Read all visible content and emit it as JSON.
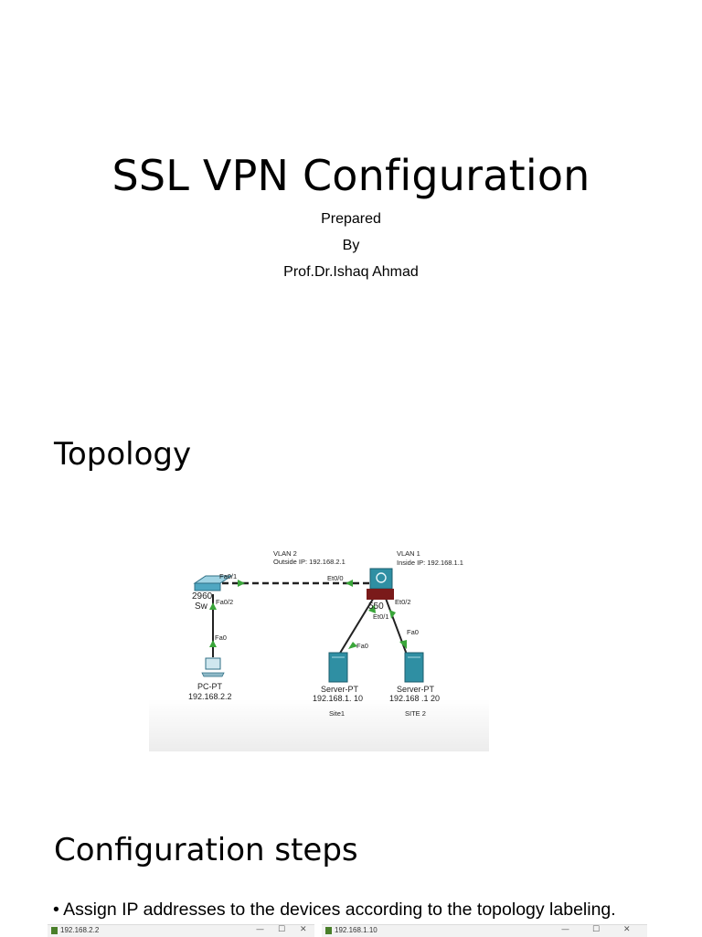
{
  "slide1": {
    "title": "SSL VPN Configuration",
    "prepared": "Prepared",
    "by": "By",
    "author": "Prof.Dr.Ishaq Ahmad"
  },
  "slide2": {
    "heading": "Topology",
    "diagram": {
      "vlan2": "VLAN 2",
      "outside_ip": "Outside IP: 192.168.2.1",
      "vlan1": "VLAN 1",
      "inside_ip": "Inside IP: 192.168.1.1",
      "switch_model": "2960",
      "switch_name": "Sw",
      "fa0_1": "Fa0/1",
      "fa0_2": "Fa0/2",
      "e0_0": "Et0/0",
      "asa_model": "550",
      "e0_2": "Et0/2",
      "e0_1": "Et0/1",
      "fa0_pc": "Fa0",
      "fa0_s1": "Fa0",
      "fa0_s2": "Fa0",
      "pc_name": "PC-PT",
      "pc_ip": "192.168.2.2",
      "server1_name": "Server-PT",
      "server1_ip": "192.168.1. 10",
      "server1_site": "Site1",
      "server2_name": "Server-PT",
      "server2_ip": "192.168 .1 20",
      "server2_site": "SITE 2"
    }
  },
  "slide3": {
    "heading": "Configuration steps",
    "bullet": "• Assign IP addresses to the devices according to the topology labeling.",
    "window1_title": "192.168.2.2",
    "window2_title": "192.168.1.10",
    "window_controls": [
      "—",
      "☐",
      "✕"
    ]
  },
  "colors": {
    "link_green": "#3aa63a",
    "asa_red": "#7a1a1a",
    "device_teal": "#2f8fa3"
  }
}
